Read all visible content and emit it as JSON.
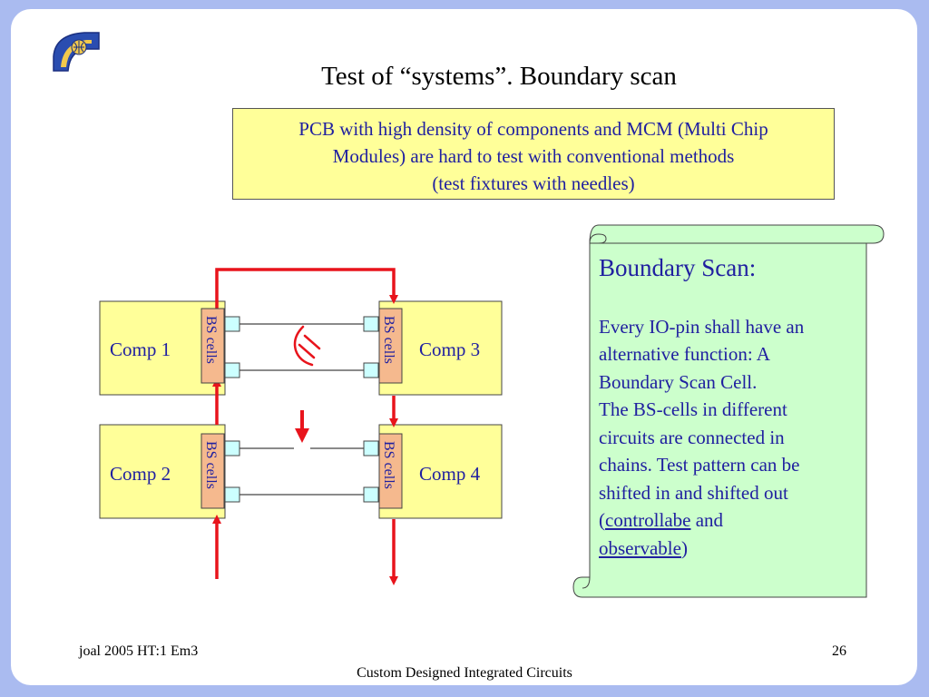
{
  "slide": {
    "title": "Test of  “systems”. Boundary scan",
    "intro": {
      "lines": [
        "PCB with high density of components and MCM (Multi Chip",
        "Modules) are hard  to test with conventional methods",
        "(test fixtures with needles)"
      ]
    },
    "diagram": {
      "components": [
        "Comp 1",
        "Comp 2",
        "Comp 3",
        "Comp 4"
      ],
      "bs_cells_label": "BS cells"
    },
    "scroll": {
      "heading": "Boundary Scan:",
      "lines": [
        "Every IO-pin shall have an",
        "alternative function: A",
        "Boundary Scan Cell.",
        "The BS-cells in different",
        "circuits are connected in",
        "chains. Test pattern can be",
        "shifted in and shifted out"
      ],
      "last_open": "(",
      "controllable": "controllabe",
      "and": " and",
      "observable": "observable",
      "last_close": ")"
    },
    "footer": {
      "left": "joal 2005 HT:1 Em3",
      "page_number": "26",
      "center": "Custom Designed Integrated Circuits"
    }
  },
  "colors": {
    "frame": "#aabbf0",
    "text_blue": "#2020a0",
    "component_fill": "#ffff99",
    "bs_cell_fill": "#f5b98e",
    "pin_fill": "#ccffff",
    "scroll_fill": "#ccffcc",
    "scan_chain": "#e8141c"
  },
  "icons": {
    "logo": "university-logo-icon",
    "short_circuit": "short-circuit-symbol",
    "fault_arrow": "down-arrow-icon"
  }
}
